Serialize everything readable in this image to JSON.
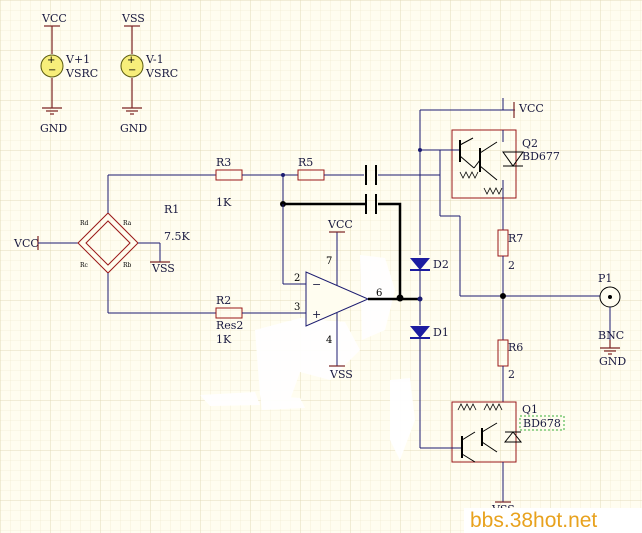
{
  "sources": [
    {
      "rail": "VCC",
      "name": "V+1",
      "type": "VSRC",
      "ground": "GND"
    },
    {
      "rail": "VSS",
      "name": "V-1",
      "type": "VSRC",
      "ground": "GND"
    }
  ],
  "bridge": {
    "input": "VCC",
    "ref": "R1",
    "value": "7.5K",
    "supply": "VSS",
    "pins": [
      "Rd",
      "Ra",
      "Rc",
      "Rb"
    ]
  },
  "resistors": [
    {
      "ref": "R3",
      "value": "1K"
    },
    {
      "ref": "R5",
      "value": ""
    },
    {
      "ref": "R2",
      "value": "1K",
      "part": "Res2"
    },
    {
      "ref": "R7",
      "value": "2"
    },
    {
      "ref": "R6",
      "value": "2"
    }
  ],
  "opamp": {
    "pins": [
      "2",
      "3",
      "6",
      "7",
      "4"
    ],
    "supply_top": "VCC",
    "supply_bottom": "VSS",
    "inv": "−",
    "noninv": "+"
  },
  "diodes": [
    {
      "ref": "D2"
    },
    {
      "ref": "D1"
    }
  ],
  "transistors": [
    {
      "ref": "Q2",
      "part": "BD677",
      "supply": "VCC"
    },
    {
      "ref": "Q1",
      "part": "BD678",
      "supply": "VSS"
    }
  ],
  "connector": {
    "ref": "P1",
    "type": "BNC",
    "ground": "GND"
  },
  "watermark": "bbs.38hot.net"
}
